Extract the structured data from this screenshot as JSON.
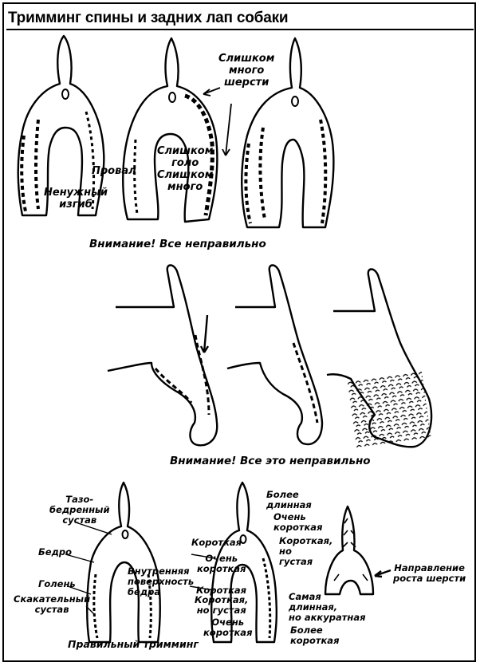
{
  "title": "Тримминг спины и задних лап собаки",
  "section1": {
    "caption": "Внимание! Все неправильно",
    "labels": {
      "too_much_hair": "Слишком\nмного\nшерсти",
      "too_bare": "Слишком\nголо",
      "too_much": "Слишком\nмного",
      "gap": "Провал",
      "unneeded_bend": "Ненужный\nизгиб"
    }
  },
  "section2": {
    "caption": "Внимание! Все это неправильно"
  },
  "section3": {
    "caption": "Правильный тримминг",
    "left_labels": {
      "hip_joint": "Тазо-\nбедренный\nсустав",
      "thigh": "Бедро",
      "inner_thigh": "Внутренняя\nповерхность\nбедра",
      "shin": "Голень",
      "hock": "Скакательный\nсустав"
    },
    "middle_labels": {
      "longer": "Более\nдлинная",
      "very_short_top": "Очень\nкороткая",
      "short_top_left": "Короткая",
      "very_short_left": "Очень\nкороткая",
      "short_but_thick_right": "Короткая,\nно\nгустая",
      "short_left2": "Короткая",
      "short_but_thick_left": "Короткая,\nно густая",
      "very_short_bottom": "Очень\nкороткая",
      "longest_neat": "Самая\nдлинная,\nно аккуратная",
      "shorter": "Более\nкороткая"
    },
    "right_labels": {
      "hair_direction": "Направление\nроста шерсти"
    }
  }
}
